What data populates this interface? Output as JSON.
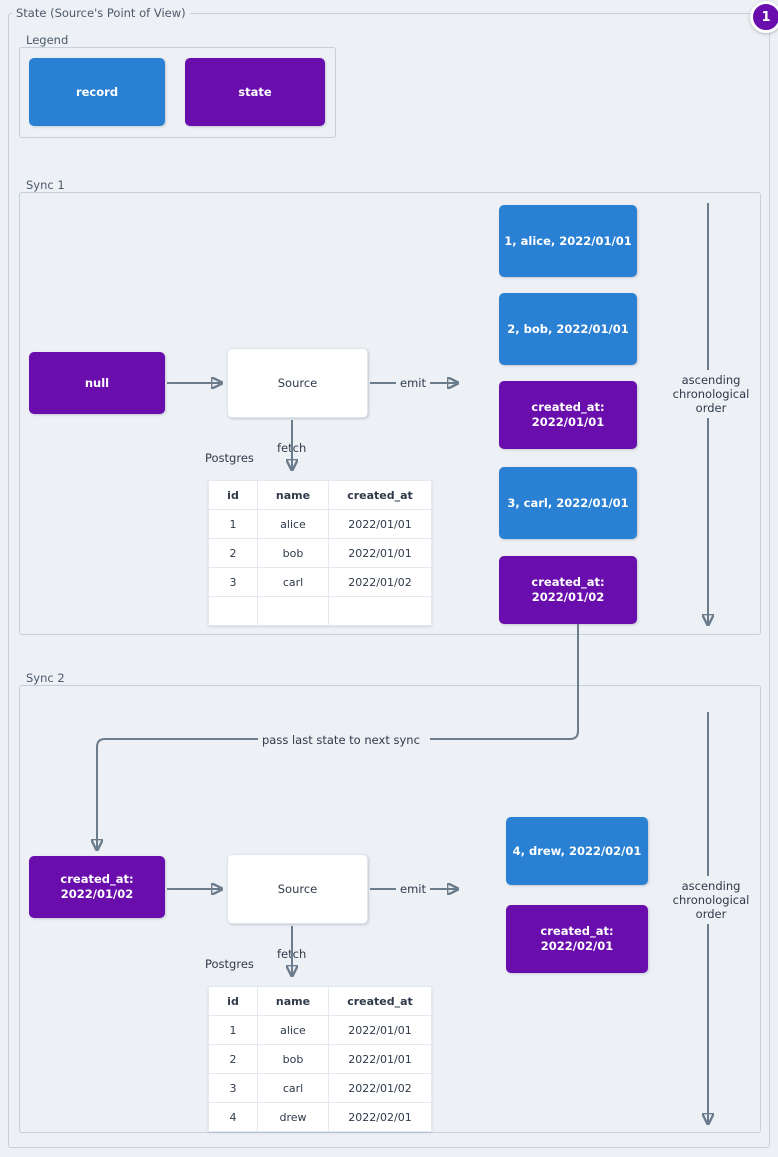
{
  "diagram": {
    "title": "State (Source's Point of View)",
    "badge": "1",
    "colors": {
      "record": "#2a80d2",
      "state": "#6a0dad",
      "background": "#edf0f5",
      "connector": "#6b7c8d",
      "frame_border": "#c6d0dc"
    }
  },
  "legend": {
    "title": "Legend",
    "items": [
      {
        "label": "record",
        "kind": "record"
      },
      {
        "label": "state",
        "kind": "state"
      }
    ]
  },
  "sync1": {
    "title": "Sync 1",
    "input_state": "null",
    "source_label": "Source",
    "fetch_label": "fetch",
    "emit_label": "emit",
    "db_label": "Postgres",
    "order_note": "ascending chronological order",
    "table": {
      "columns": [
        "id",
        "name",
        "created_at"
      ],
      "rows": [
        [
          "1",
          "alice",
          "2022/01/01"
        ],
        [
          "2",
          "bob",
          "2022/01/01"
        ],
        [
          "3",
          "carl",
          "2022/01/02"
        ],
        [
          "",
          "",
          ""
        ]
      ]
    },
    "emitted": [
      {
        "kind": "record",
        "line1": "1, alice, 2022/01/01",
        "line2": ""
      },
      {
        "kind": "record",
        "line1": "2, bob, 2022/01/01",
        "line2": ""
      },
      {
        "kind": "state",
        "line1": "created_at:",
        "line2": "2022/01/01"
      },
      {
        "kind": "record",
        "line1": "3, carl, 2022/01/01",
        "line2": ""
      },
      {
        "kind": "state",
        "line1": "created_at:",
        "line2": "2022/01/02"
      }
    ]
  },
  "pass_state_label": "pass last state to next sync",
  "sync2": {
    "title": "Sync 2",
    "input_state_line1": "created_at:",
    "input_state_line2": "2022/01/02",
    "source_label": "Source",
    "fetch_label": "fetch",
    "emit_label": "emit",
    "db_label": "Postgres",
    "order_note": "ascending chronological order",
    "table": {
      "columns": [
        "id",
        "name",
        "created_at"
      ],
      "rows": [
        [
          "1",
          "alice",
          "2022/01/01"
        ],
        [
          "2",
          "bob",
          "2022/01/01"
        ],
        [
          "3",
          "carl",
          "2022/01/02"
        ],
        [
          "4",
          "drew",
          "2022/02/01"
        ]
      ]
    },
    "emitted": [
      {
        "kind": "record",
        "line1": "4, drew, 2022/02/01",
        "line2": ""
      },
      {
        "kind": "state",
        "line1": "created_at:",
        "line2": "2022/02/01"
      }
    ]
  }
}
